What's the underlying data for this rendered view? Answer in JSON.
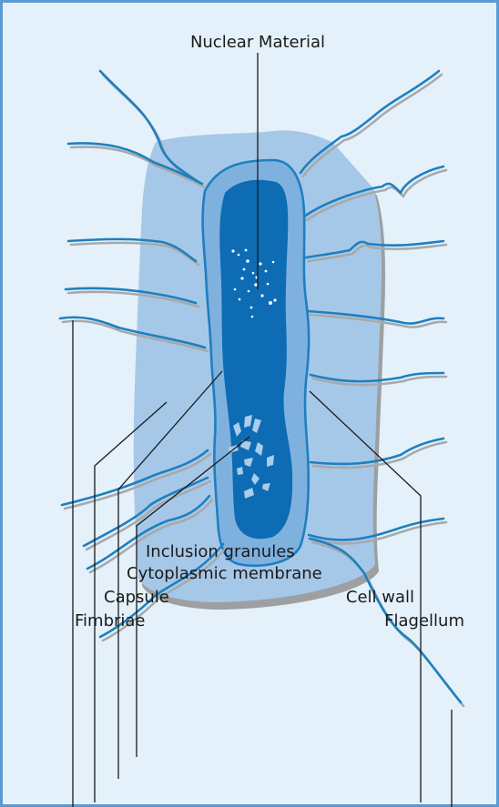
{
  "diagram": {
    "labels": {
      "nuclear_material": "Nuclear Material",
      "inclusion_granules": "Inclusion granules",
      "cytoplasmic_membrane": "Cytoplasmic membrane",
      "capsule": "Capsule",
      "fimbriae": "Fimbriae",
      "cell_wall": "Cell wall",
      "flagellum": "Flagellum"
    },
    "colors": {
      "panel_background": "#e4f1fa",
      "panel_border": "#5a9ad2",
      "capsule": "#a6c8e8",
      "cell_wall": "#7fb1df",
      "cytoplasm": "#0d6cb4",
      "nuclear_dots": "#ffffff",
      "granules": "#a9cdea",
      "fimbriae": "#1f7fbf",
      "fimbriae_shadow": "#a7a9ab",
      "leader_lines": "#1a1a1a"
    }
  }
}
